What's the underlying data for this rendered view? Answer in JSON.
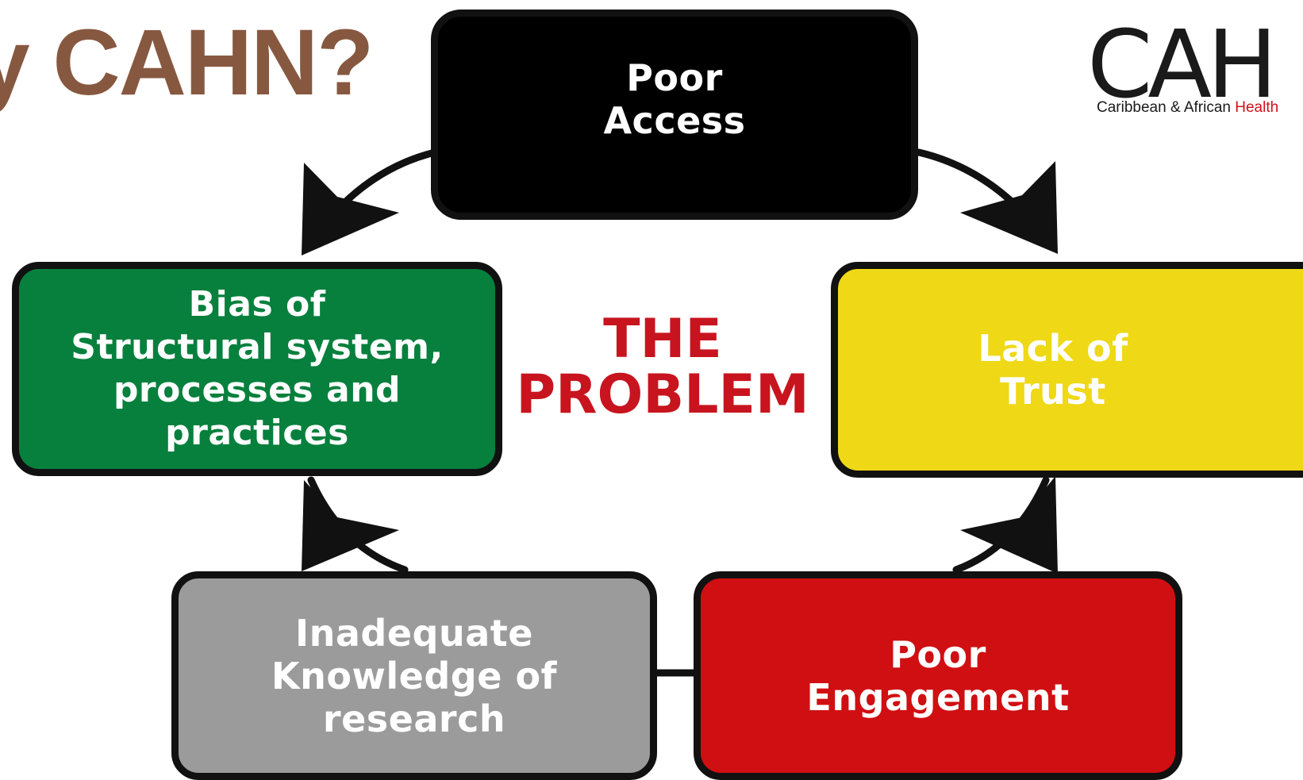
{
  "title": {
    "text": "y CAHN?",
    "color": "#875840"
  },
  "logo": {
    "mark": "CAH",
    "tagline_text": "Caribbean & African ",
    "tagline_accent": "Health",
    "mark_color": "#1a1a1a",
    "accent_color": "#d0101a"
  },
  "center": {
    "text": "THE\nPROBLEM",
    "color": "#c8141e"
  },
  "cycle": [
    {
      "label": "Poor\nAccess",
      "fill": "#000000",
      "text_color": "#ffffff"
    },
    {
      "label": "Lack of\nTrust",
      "fill": "#efd815",
      "text_color": "#ffffff"
    },
    {
      "label": "Poor\nEngagement",
      "fill": "#d00f12",
      "text_color": "#ffffff"
    },
    {
      "label": "Inadequate\nKnowledge of\nresearch",
      "fill": "#9b9b9b",
      "text_color": "#ffffff"
    },
    {
      "label": "Bias of\nStructural system,\nprocesses and\npractices",
      "fill": "#07803d",
      "text_color": "#ffffff"
    }
  ]
}
